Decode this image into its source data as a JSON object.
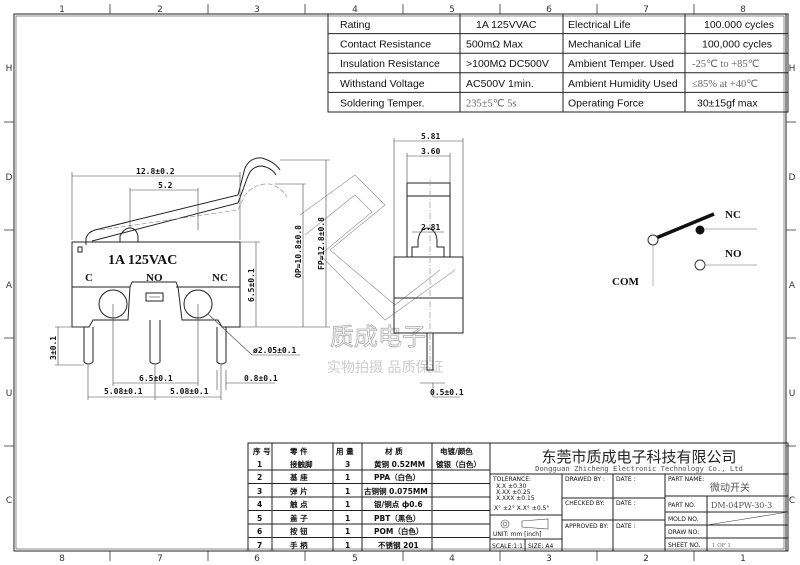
{
  "zones": {
    "top": [
      "1",
      "2",
      "3",
      "4",
      "5",
      "6",
      "7",
      "8"
    ],
    "bottom": [
      "8",
      "7",
      "6",
      "5",
      "4",
      "3",
      "2",
      "1"
    ],
    "side": [
      "H",
      "D",
      "A",
      "U",
      "C"
    ]
  },
  "specs": [
    [
      "Rating",
      "1A  125VVAC",
      "Electrical Life",
      "100.000 cycles"
    ],
    [
      "Contact Resistance",
      "500mΩ  Max",
      "Mechanical Life",
      "100,000 cycles"
    ],
    [
      "Insulation Resistance",
      ">100MΩ DC500V",
      "Ambient Temper. Used",
      "-25℃ to +85℃"
    ],
    [
      "Withstand Voltage",
      "AC500V  1min.",
      "Ambient Humidity Used",
      "≤85% at +40℃"
    ],
    [
      "Soldering Temper.",
      "235±5℃ 5s",
      "Operating Force",
      "30±15gf max"
    ]
  ],
  "front_view": {
    "rating_label": "1A  125VAC",
    "pin_c": "C",
    "pin_no": "NO",
    "pin_nc": "NC",
    "dims": {
      "length": "12.8±0.2",
      "button": "5.2",
      "height": "6.5±0.1",
      "op": "OP=10.8±0.8",
      "fp": "FP=12.8±0.8",
      "pin_len": "3±0.1",
      "hole_dia": "ø2.05±0.1",
      "hole_pitch": "6.5±0.1",
      "pin_width": "0.8±0.1",
      "pitch_left": "5.08±0.1",
      "pitch_right": "5.08±0.1"
    }
  },
  "side_view": {
    "dims": {
      "total_w": "5.81",
      "upper_w": "3.60",
      "button_w": "2.81",
      "pin_t": "0.5±0.1"
    }
  },
  "schematic": {
    "com": "COM",
    "nc": "NC",
    "no": "NO"
  },
  "watermark": {
    "line1": "质成电子",
    "line2": "实物拍摄 品质保证"
  },
  "bom": {
    "headers": [
      "序 号",
      "零 件",
      "用 量",
      "材 质",
      "电镀/颜色"
    ],
    "rows": [
      [
        "1",
        "接触脚",
        "3",
        "黄铜 0.52MM",
        "镀银（白色）"
      ],
      [
        "2",
        "基 座",
        "1",
        "PPA（白色）",
        ""
      ],
      [
        "3",
        "弹 片",
        "1",
        "古铜铜 0.075MM",
        ""
      ],
      [
        "4",
        "触 点",
        "1",
        "银/铜点 ф0.6",
        ""
      ],
      [
        "5",
        "盖 子",
        "1",
        "PBT（黑色）",
        ""
      ],
      [
        "6",
        "按 钮",
        "1",
        "POM（白色）",
        ""
      ],
      [
        "7",
        "手 柄",
        "1",
        "不锈钢 201",
        ""
      ]
    ]
  },
  "title_block": {
    "company_cn": "东莞市质成电子科技有限公司",
    "company_en": "Dongguan Zhicheng Electronic Technology Co., Ltd",
    "tolerance_label": "TOLERANCE:",
    "tol_x": "X.X    ±0.30",
    "tol_xx": "X.XX   ±0.25",
    "tol_xxx": "X.XXX  ±0.15",
    "tol_angle": "X° ±2°     X.X° ±0.5°",
    "unit": "UNIT:  mm  [inch]",
    "scale": "SCALE:1:1",
    "size": "SIZE: A4",
    "drawed_by": "DRAWED BY :",
    "checked_by": "CHECKED BY:",
    "approved_by": "APPROVED BY:",
    "date": "DATE :",
    "part_name_label": "PART NAME:",
    "part_name": "微动开关",
    "part_no_label": "PART NO.",
    "part_no": "DM-04PW-30-3",
    "mold_no_label": "MOLD NO.",
    "draw_no_label": "DRAW NO:",
    "sheet_no_label": "SHEET NO.",
    "sheet_no": "1 OF 1"
  }
}
